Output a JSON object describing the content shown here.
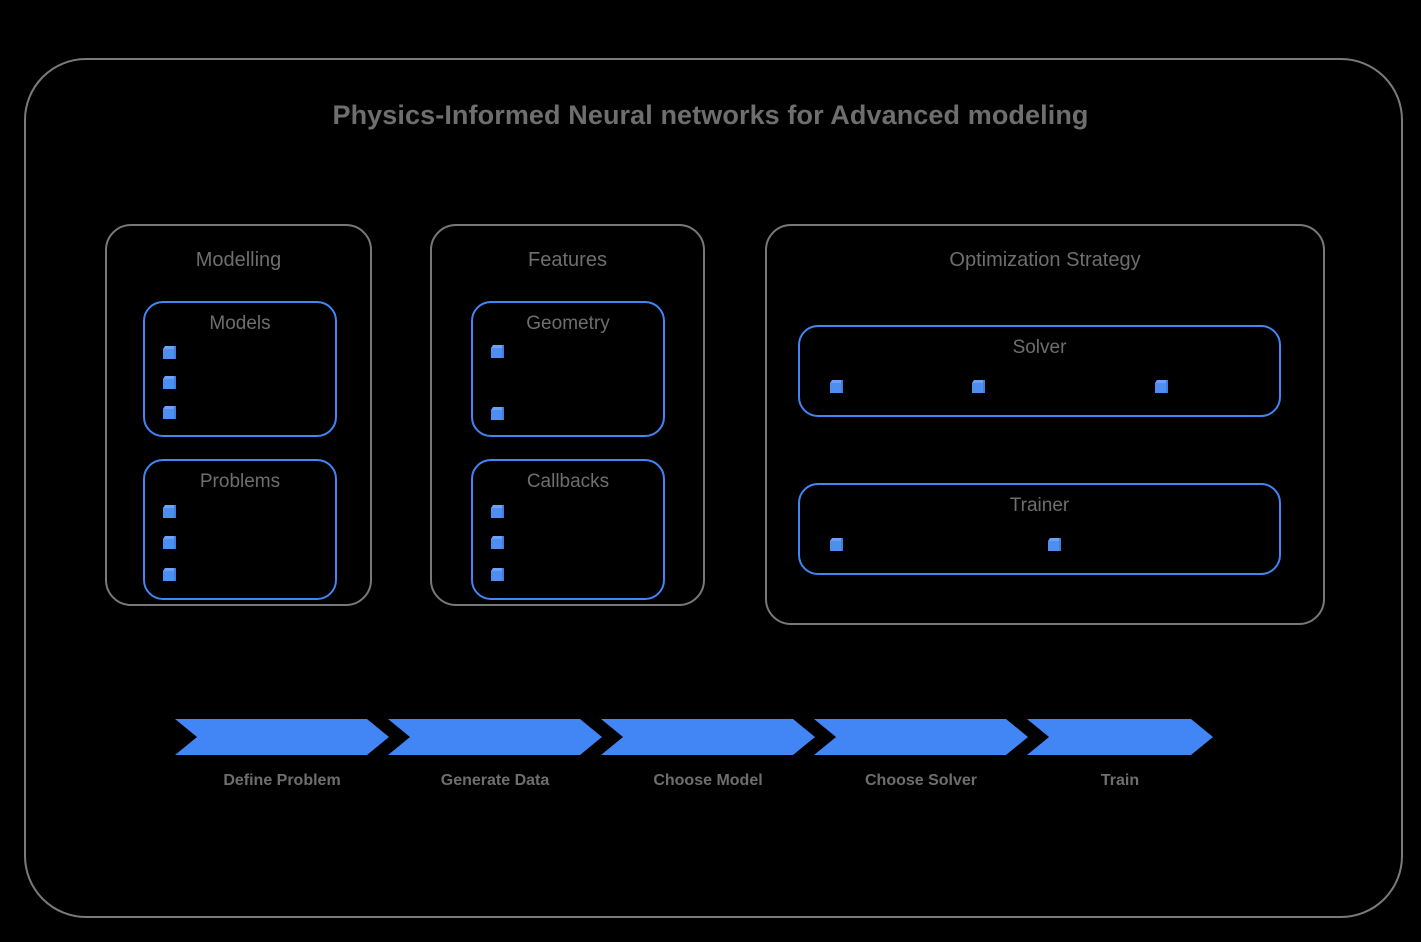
{
  "diagram": {
    "title": "Physics-Informed Neural networks for Advanced modeling",
    "colors": {
      "background": "#000000",
      "outer_border": "#7a7a7a",
      "group_border": "#787878",
      "inner_border": "#4285f4",
      "accent_blue": "#4285f4",
      "text_gray": "#6e6e6e"
    },
    "groups": [
      {
        "label": "Modelling",
        "boxes": [
          {
            "label": "Models",
            "marker_count": 3
          },
          {
            "label": "Problems",
            "marker_count": 3
          }
        ]
      },
      {
        "label": "Features",
        "boxes": [
          {
            "label": "Geometry",
            "marker_count": 2
          },
          {
            "label": "Callbacks",
            "marker_count": 3
          }
        ]
      },
      {
        "label": "Optimization Strategy",
        "boxes": [
          {
            "label": "Solver",
            "marker_count": 3
          },
          {
            "label": "Trainer",
            "marker_count": 2
          }
        ]
      }
    ],
    "pipeline": {
      "steps": [
        {
          "label": "Define Problem"
        },
        {
          "label": "Generate Data"
        },
        {
          "label": "Choose Model"
        },
        {
          "label": "Choose Solver"
        },
        {
          "label": "Train"
        }
      ]
    }
  }
}
